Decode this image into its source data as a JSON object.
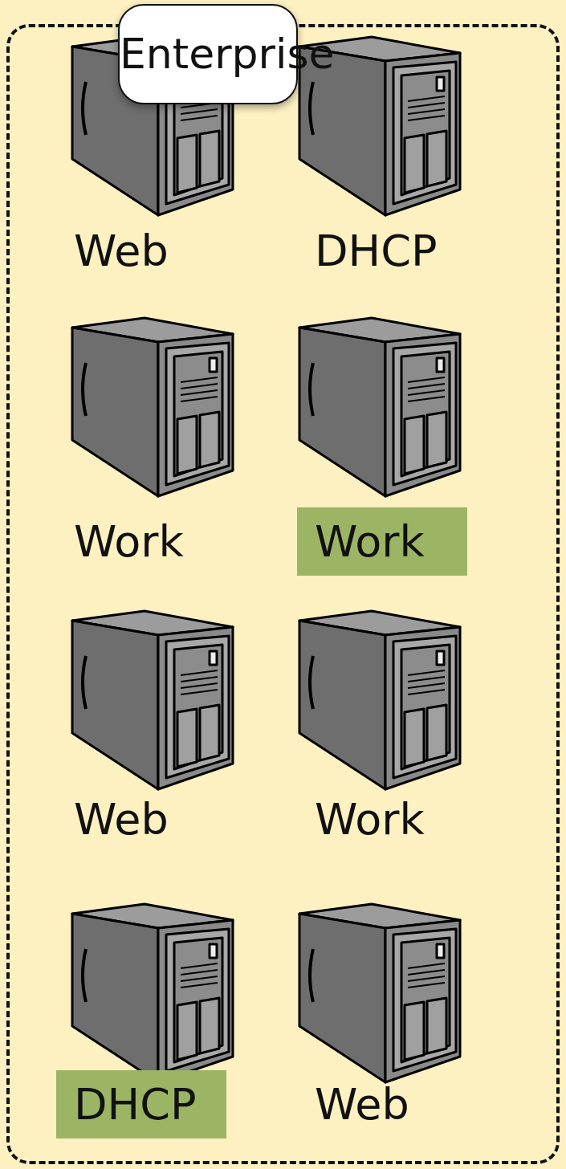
{
  "diagram": {
    "nodes": [
      {
        "text": [
          "Enterprise"
        ]
      },
      {
        "text": [
          "Web"
        ],
        "in": 0
      },
      {
        "text": [
          "DHCP"
        ],
        "in": 0
      },
      {
        "text": [
          "Work"
        ],
        "in": 0
      },
      {
        "text": [
          "Work"
        ],
        "in": 0
      },
      {
        "text": [
          "Web"
        ],
        "in": 0
      },
      {
        "text": [
          "Work"
        ],
        "in": 0
      },
      {
        "text": [
          "DHCP"
        ],
        "in": 0
      },
      {
        "text": [
          "Web"
        ],
        "in": 0
      }
    ]
  }
}
